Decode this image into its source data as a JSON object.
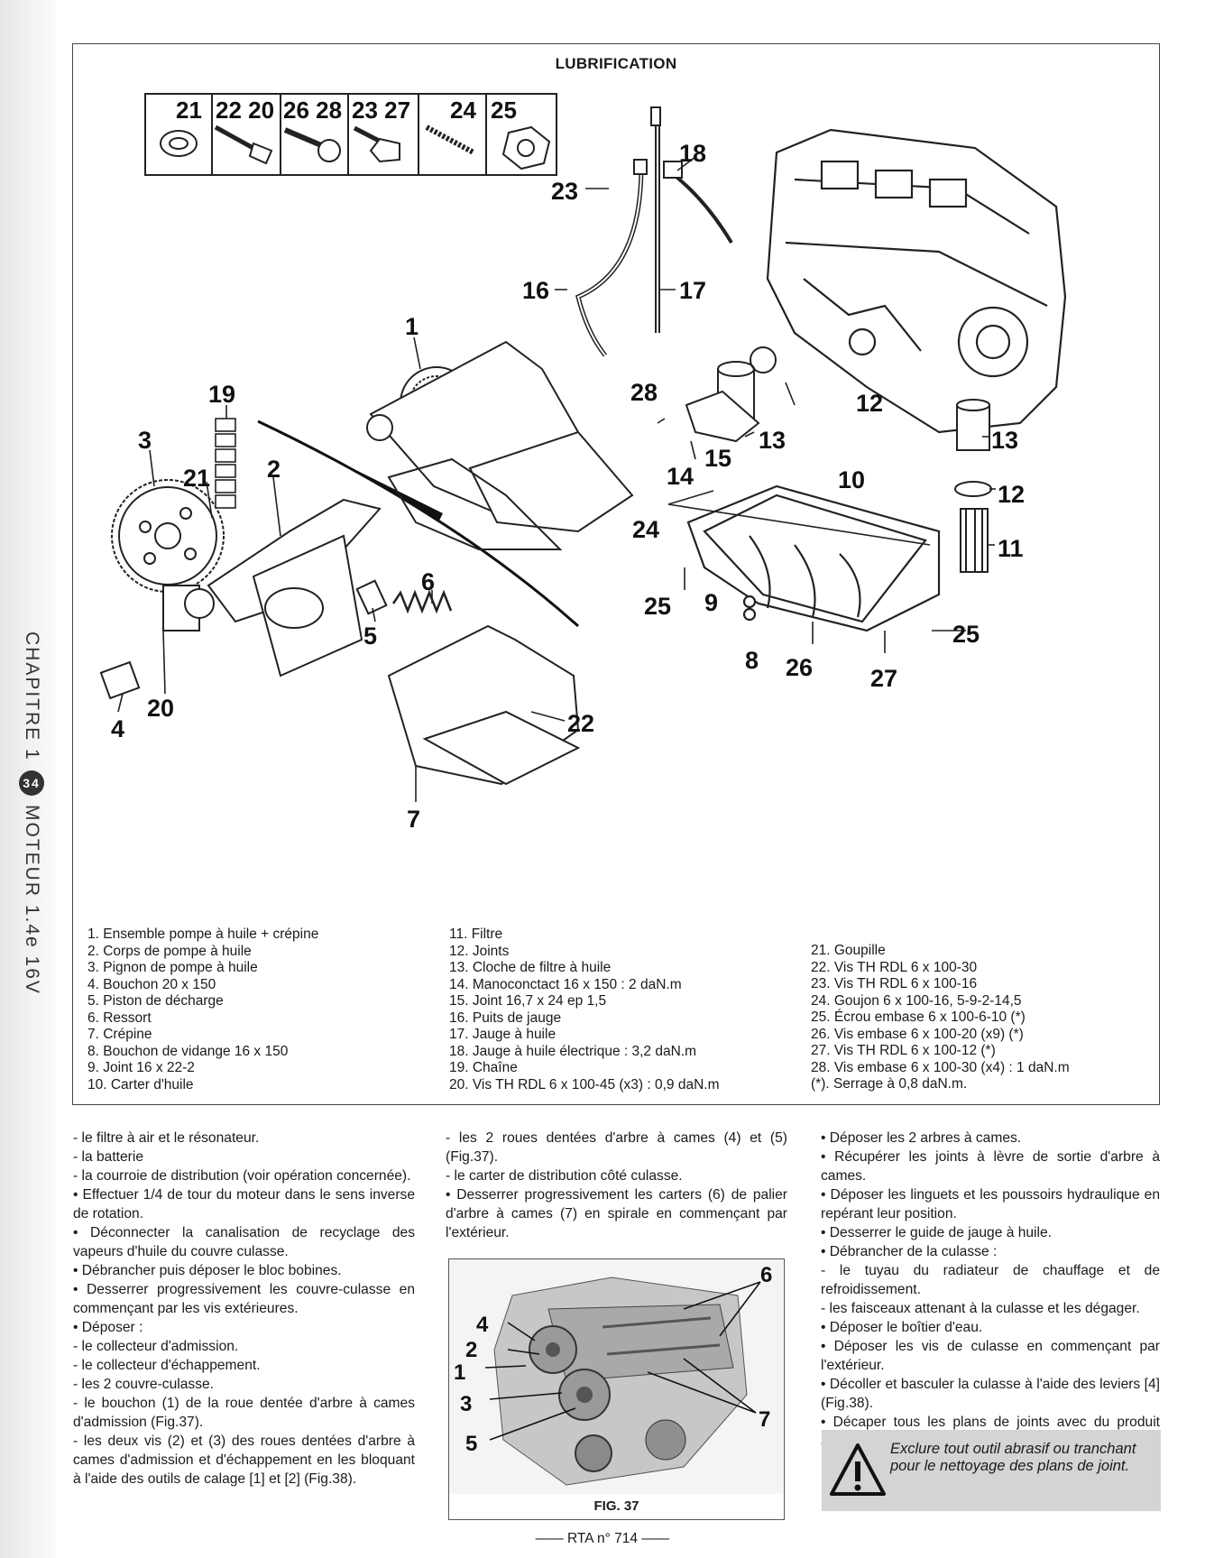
{
  "sidebar": {
    "chapter": "CHAPITRE 1",
    "page_number": "34",
    "section": "MOTEUR 1.4e 16V"
  },
  "figure": {
    "title": "LUBRIFICATION",
    "fastener_header": [
      "21",
      "22 20",
      "26 28",
      "23 27",
      "24",
      "25"
    ],
    "callouts": [
      "1",
      "2",
      "3",
      "4",
      "5",
      "6",
      "7",
      "8",
      "9",
      "10",
      "11",
      "12",
      "12",
      "13",
      "13",
      "14",
      "15",
      "16",
      "17",
      "18",
      "19",
      "20",
      "21",
      "22",
      "23",
      "24",
      "25",
      "25",
      "26",
      "27",
      "28"
    ],
    "legend_col1": [
      "1. Ensemble pompe à huile + crépine",
      "2. Corps de pompe à huile",
      "3. Pignon de pompe à huile",
      "4. Bouchon 20 x 150",
      "5. Piston de décharge",
      "6. Ressort",
      "7. Crépine",
      "8. Bouchon de vidange 16 x 150",
      "9. Joint 16 x 22-2",
      "10. Carter d'huile"
    ],
    "legend_col2": [
      "11. Filtre",
      "12. Joints",
      "13. Cloche de filtre à huile",
      "14. Manoconctact 16 x 150 : 2 daN.m",
      "15. Joint 16,7 x 24 ep 1,5",
      "16. Puits de jauge",
      "17. Jauge à huile",
      "18. Jauge à huile électrique : 3,2 daN.m",
      "19. Chaîne",
      "20. Vis TH RDL 6 x 100-45 (x3) : 0,9 daN.m"
    ],
    "legend_col3": [
      "21. Goupille",
      "22. Vis TH RDL 6 x 100-30",
      "23. Vis TH RDL 6 x 100-16",
      "24. Goujon 6 x 100-16, 5-9-2-14,5",
      "25. Écrou embase 6 x 100-6-10 (*)",
      "26. Vis embase 6 x 100-20 (x9) (*)",
      "27. Vis TH RDL 6 x 100-12 (*)",
      "28. Vis embase 6 x 100-30 (x4) : 1 daN.m",
      "(*). Serrage à 0,8 daN.m."
    ]
  },
  "text": {
    "col1": [
      "- le filtre à air et le résonateur.",
      "- la batterie",
      "- la courroie de distribution (voir opération concernée).",
      "• Effectuer 1/4 de tour du moteur dans le sens inverse de rotation.",
      "• Déconnecter la canalisation de recyclage des vapeurs d'huile du couvre culasse.",
      "• Débrancher puis déposer le bloc bobines.",
      "• Desserrer progressivement les couvre-culasse en commençant par les vis extérieures.",
      "• Déposer :",
      "- le collecteur d'admission.",
      "- le collecteur d'échappement.",
      "- les 2 couvre-culasse.",
      "- le bouchon (1) de la roue dentée d'arbre à cames d'admission (Fig.37).",
      "- les deux vis (2) et (3) des roues dentées d'arbre à cames d'admission et d'échappement en les bloquant à l'aide des outils de calage [1] et [2] (Fig.38)."
    ],
    "col2": [
      "- les 2 roues dentées d'arbre à cames (4) et (5) (Fig.37).",
      "- le carter de distribution côté culasse.",
      "• Desserrer progressivement les carters (6) de palier d'arbre à cames (7) en spirale en commençant par l'extérieur."
    ],
    "col3": [
      "• Déposer les 2 arbres à cames.",
      "• Récupérer les joints à lèvre de sortie d'arbre à cames.",
      "• Déposer les linguets et les poussoirs hydraulique en repérant leur position.",
      "• Desserrer le guide de jauge à huile.",
      "• Débrancher de la culasse :",
      "- le tuyau du radiateur de chauffage et de refroidissement.",
      "- les faisceaux attenant à la culasse et les dégager.",
      "• Déposer le boîtier d'eau.",
      "• Déposer les vis de culasse en commençant par l'extérieur.",
      "• Décoller et basculer la culasse à l'aide des leviers [4] (Fig.38).",
      "• Décaper tous les plans de joints avec du produit adapté."
    ]
  },
  "photo": {
    "caption": "FIG. 37",
    "labels": [
      "1",
      "2",
      "3",
      "4",
      "5",
      "6",
      "7"
    ]
  },
  "warning": {
    "text": "Exclure tout outil abrasif ou tranchant pour le nettoyage des plans de joint."
  },
  "footer": {
    "text": "RTA n° 714"
  }
}
